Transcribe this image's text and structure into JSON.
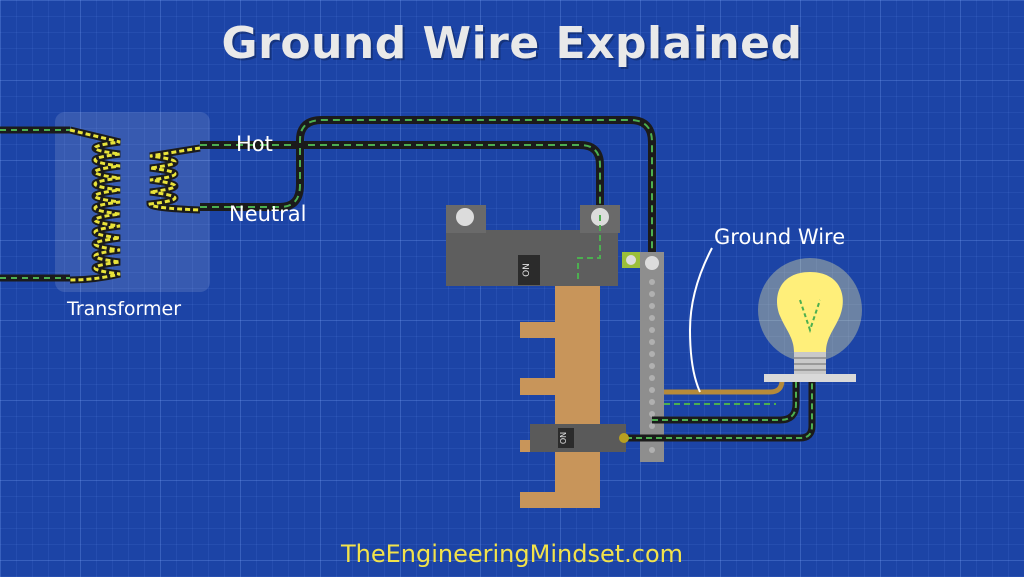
{
  "title": "Ground Wire Explained",
  "labels": {
    "hot": "Hot",
    "neutral": "Neutral",
    "ground_wire": "Ground Wire",
    "transformer": "Transformer"
  },
  "breaker_main_text": "ON",
  "breaker_branch_text": "ON",
  "watermark": "TheEngineeringMindset.com",
  "colors": {
    "background": "#1c44a6",
    "wire": "#1b1b1b",
    "ground_stripe": "#4caf50",
    "coil_yellow": "#e8e23a",
    "bus_bar": "#c8955a",
    "breaker": "#5a5a5a",
    "bulb": "#fff176",
    "bare_ground": "#b58a3a"
  }
}
